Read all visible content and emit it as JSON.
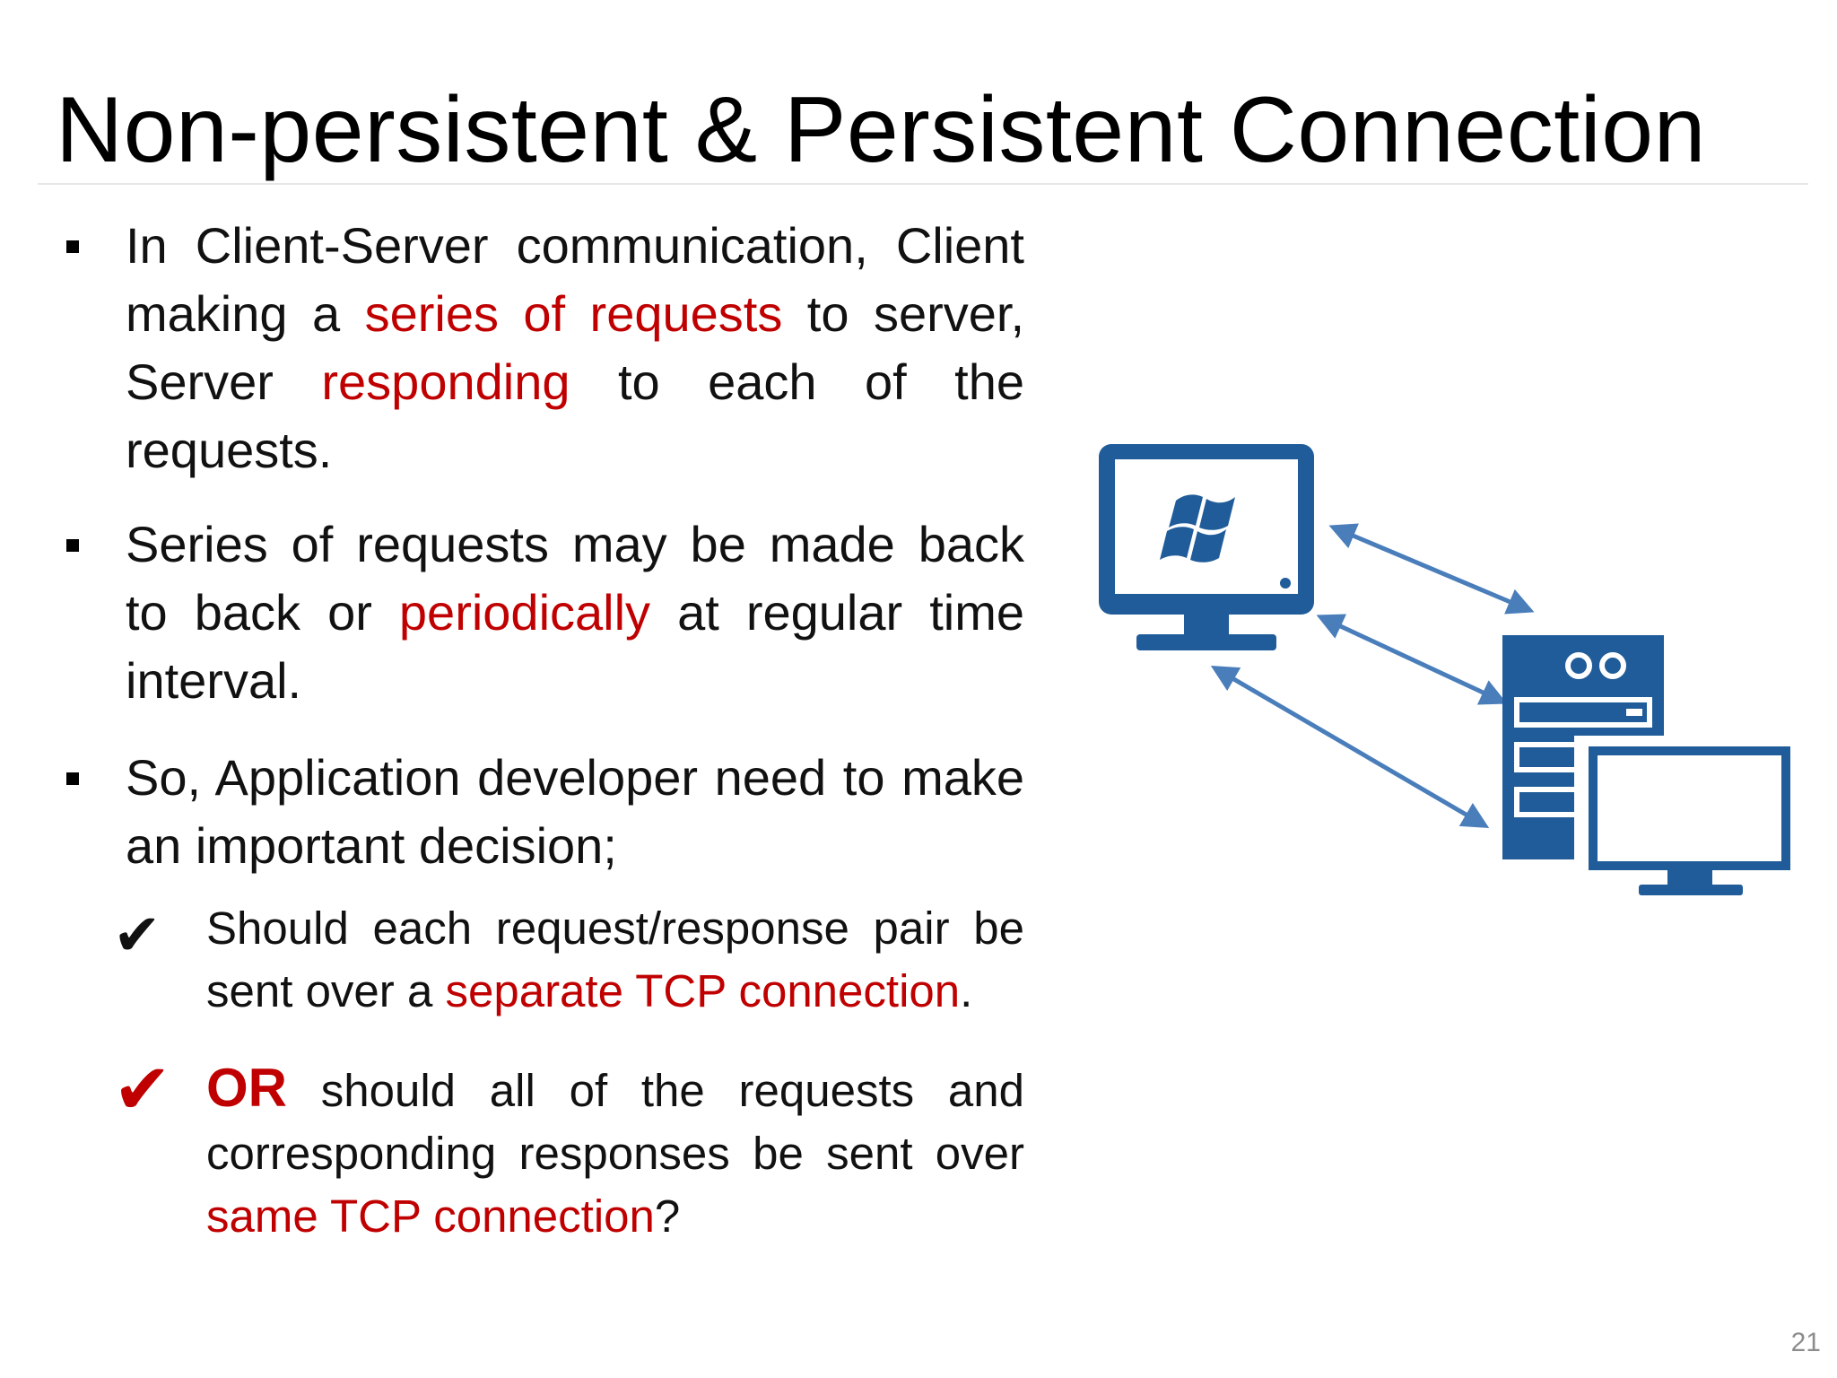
{
  "slide": {
    "title": "Non-persistent & Persistent Connection",
    "page_number": "21"
  },
  "bullets": [
    {
      "parts": [
        "In Client-Server communication, Client making a ",
        "series of requests",
        " to server, Server ",
        "responding",
        " to each of the requests."
      ]
    },
    {
      "parts": [
        "Series of requests may be made back to back or ",
        "periodically",
        " at regular time interval."
      ]
    },
    {
      "parts": [
        "So, Application developer need to make an important decision;"
      ]
    }
  ],
  "checks": [
    {
      "mark": "✔",
      "parts": [
        "Should each request/response pair be sent over a ",
        "separate TCP connection",
        "."
      ]
    },
    {
      "mark": "✔",
      "or_label": "OR",
      "parts": [
        " should all of the requests and corresponding responses be sent over ",
        "same TCP connection",
        "?"
      ]
    }
  ],
  "colors": {
    "highlight": "#c00000",
    "icon_blue": "#1f5c99",
    "arrow_blue": "#4a7ebb"
  },
  "icons": {
    "client": "desktop-computer-icon",
    "server": "server-tower-icon",
    "os_logo": "windows-logo-icon"
  }
}
